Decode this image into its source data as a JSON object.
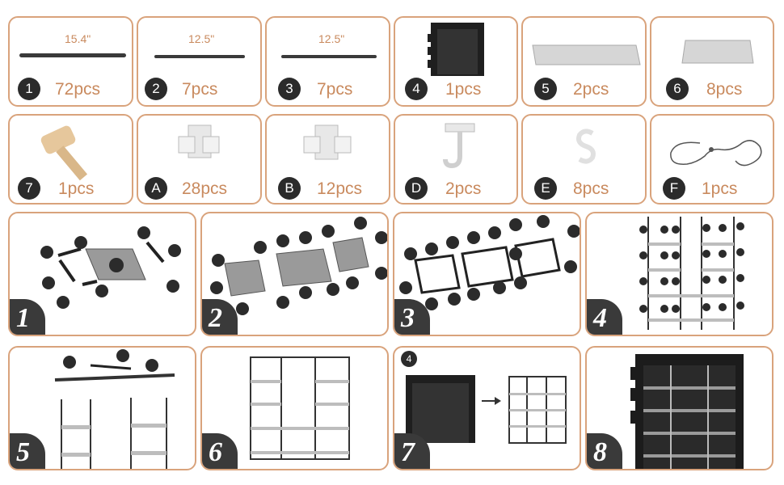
{
  "parts": [
    {
      "id": "1",
      "qty": "72pcs",
      "dim": "15.4\""
    },
    {
      "id": "2",
      "qty": "7pcs",
      "dim": "12.5\""
    },
    {
      "id": "3",
      "qty": "7pcs",
      "dim": "12.5\""
    },
    {
      "id": "4",
      "qty": "1pcs"
    },
    {
      "id": "5",
      "qty": "2pcs"
    },
    {
      "id": "6",
      "qty": "8pcs"
    },
    {
      "id": "7",
      "qty": "1pcs"
    },
    {
      "id": "A",
      "qty": "28pcs"
    },
    {
      "id": "B",
      "qty": "12pcs"
    },
    {
      "id": "D",
      "qty": "2pcs"
    },
    {
      "id": "E",
      "qty": "8pcs"
    },
    {
      "id": "F",
      "qty": "1pcs"
    }
  ],
  "steps": [
    "1",
    "2",
    "3",
    "4",
    "5",
    "6",
    "7",
    "8"
  ],
  "step7_callout": "4",
  "colors": {
    "border": "#d9a37c",
    "accent": "#c98a5e",
    "dark": "#2b2b2b"
  }
}
